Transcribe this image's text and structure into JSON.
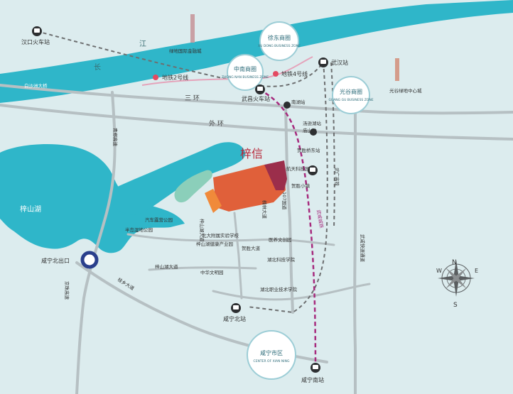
{
  "water": {
    "river_char_1": "江",
    "river_char_2": "长",
    "lake": "梓山湖",
    "bridge": "白沙洲大桥"
  },
  "roads": {
    "ring3": "三  环",
    "outer_ring": "外  环",
    "qingzheng": "青郑高速",
    "jingzhu": "京珠高速",
    "r107": "107国道",
    "wuguang": "武广高铁",
    "xianning_express": "武咸快速通道",
    "guixiang": "桂乡大道",
    "xianning_rail": "武咸城铁",
    "zishanhu_ave": "梓山湖大道",
    "heyi_ave": "贺胜大道",
    "nanlin_ave": "楠林大道",
    "zishanhu_road": "梓山湖大道"
  },
  "zones": {
    "xudong": {
      "cn": "徐东商圈",
      "en": "XU DONG BUSINESS ZONE"
    },
    "zhongnan": {
      "cn": "中南商圈",
      "en": "ZHONG NAN BUSINESS ZONE"
    },
    "guanggu": {
      "cn": "光谷商圈",
      "en": "GUANG GU BUSINESS ZONE"
    },
    "xianning": {
      "cn": "咸宁市区",
      "en": "CENTER OF XIAN NING"
    }
  },
  "stations": {
    "hankou": "汉口火车站",
    "wuhan": "武汉站",
    "wuchang": "武昌火车站",
    "nanhu": "南湖站",
    "tangxunhu": "汤逊湖站",
    "miaoshan": "庙山站",
    "heshengqiao": "贺胜桥东站",
    "xianning_north": "咸宁北站",
    "xianning_south": "咸宁南站"
  },
  "metro": {
    "line2": "地铁2号线",
    "line4": "地铁4号线"
  },
  "landmarks": {
    "greenland_center": "绿地国际金融城",
    "guanggu_center": "光谷绿地中心城",
    "exit": "咸宁北出口",
    "project_name": "梓信"
  },
  "pois": {
    "car_park": "汽车露营公园",
    "wetland": "半岛湿地公园",
    "school": "北大附属实验学校",
    "health_park": "梓山湖健康产业园",
    "hospital": "医养文创园",
    "culture_park": "中华文明园",
    "hbkj": "航天科技园",
    "town": "贺胜小镇",
    "hubei_uni": "湖北科技学院",
    "vocational": "湖北职业技术学院"
  },
  "compass": {
    "N": "N",
    "S": "S",
    "E": "E",
    "W": "W"
  },
  "colors": {
    "river": "#2fb6c9",
    "land": "#dcecee",
    "road": "#a7b1b4",
    "rail_line": "#a62a7d",
    "project": "#e0603a",
    "zone_fill": "#ffffff",
    "zone_stroke": "#9ccdd6"
  }
}
